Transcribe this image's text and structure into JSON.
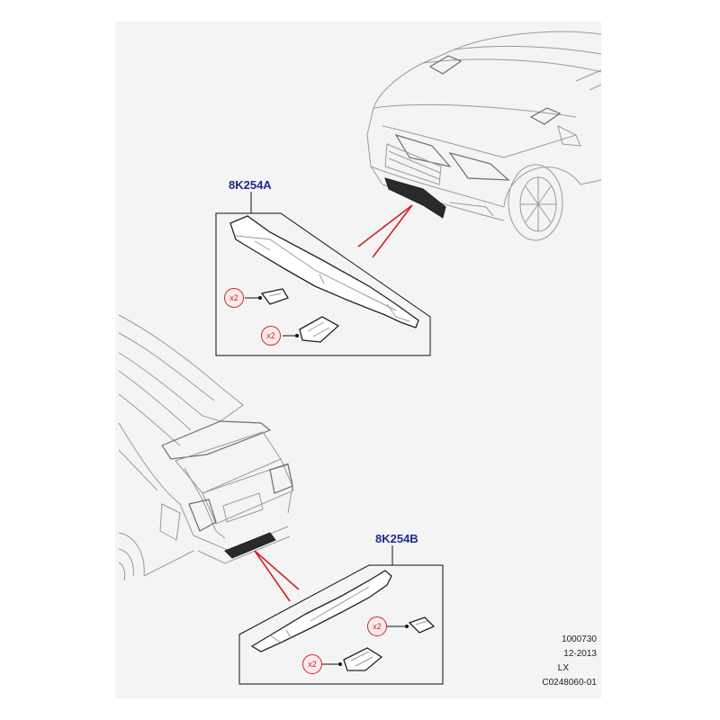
{
  "callouts": {
    "front_part": "8K254A",
    "rear_part": "8K254B"
  },
  "quantities": {
    "front_fixing_1": "x2",
    "front_fixing_2": "x2",
    "rear_fixing_1": "x2",
    "rear_fixing_2": "x2"
  },
  "footer": {
    "line1": "1000730",
    "line2": "12-2013",
    "line3": "LX",
    "line4": "C0248060-01"
  },
  "colors": {
    "callout_text": "#1f2a8c",
    "leader_line": "#d32020",
    "quantity_badge": "#c62828",
    "sheet_background": "#f4f4f4"
  }
}
